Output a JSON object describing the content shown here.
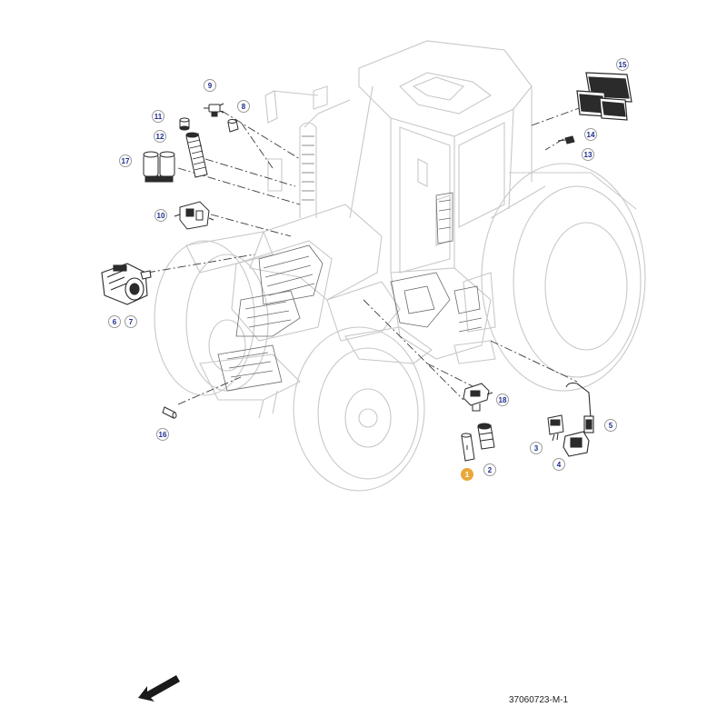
{
  "drawing_number": "37060723-M-1",
  "callouts": {
    "c1": "1",
    "c2": "2",
    "c3": "3",
    "c4": "4",
    "c5": "5",
    "c6": "6",
    "c7": "7",
    "c8": "8",
    "c9": "9",
    "c10": "10",
    "c11": "11",
    "c12": "12",
    "c13": "13",
    "c14": "14",
    "c15": "15",
    "c16": "16",
    "c17": "17",
    "c18": "18"
  },
  "colors": {
    "outline": "#c8c8c8",
    "part": "#2b2b2b",
    "callout_text": "#1d2a8f",
    "callout_active": "#e8a83a"
  },
  "icons": {
    "orientation": "direction-arrow-icon"
  }
}
